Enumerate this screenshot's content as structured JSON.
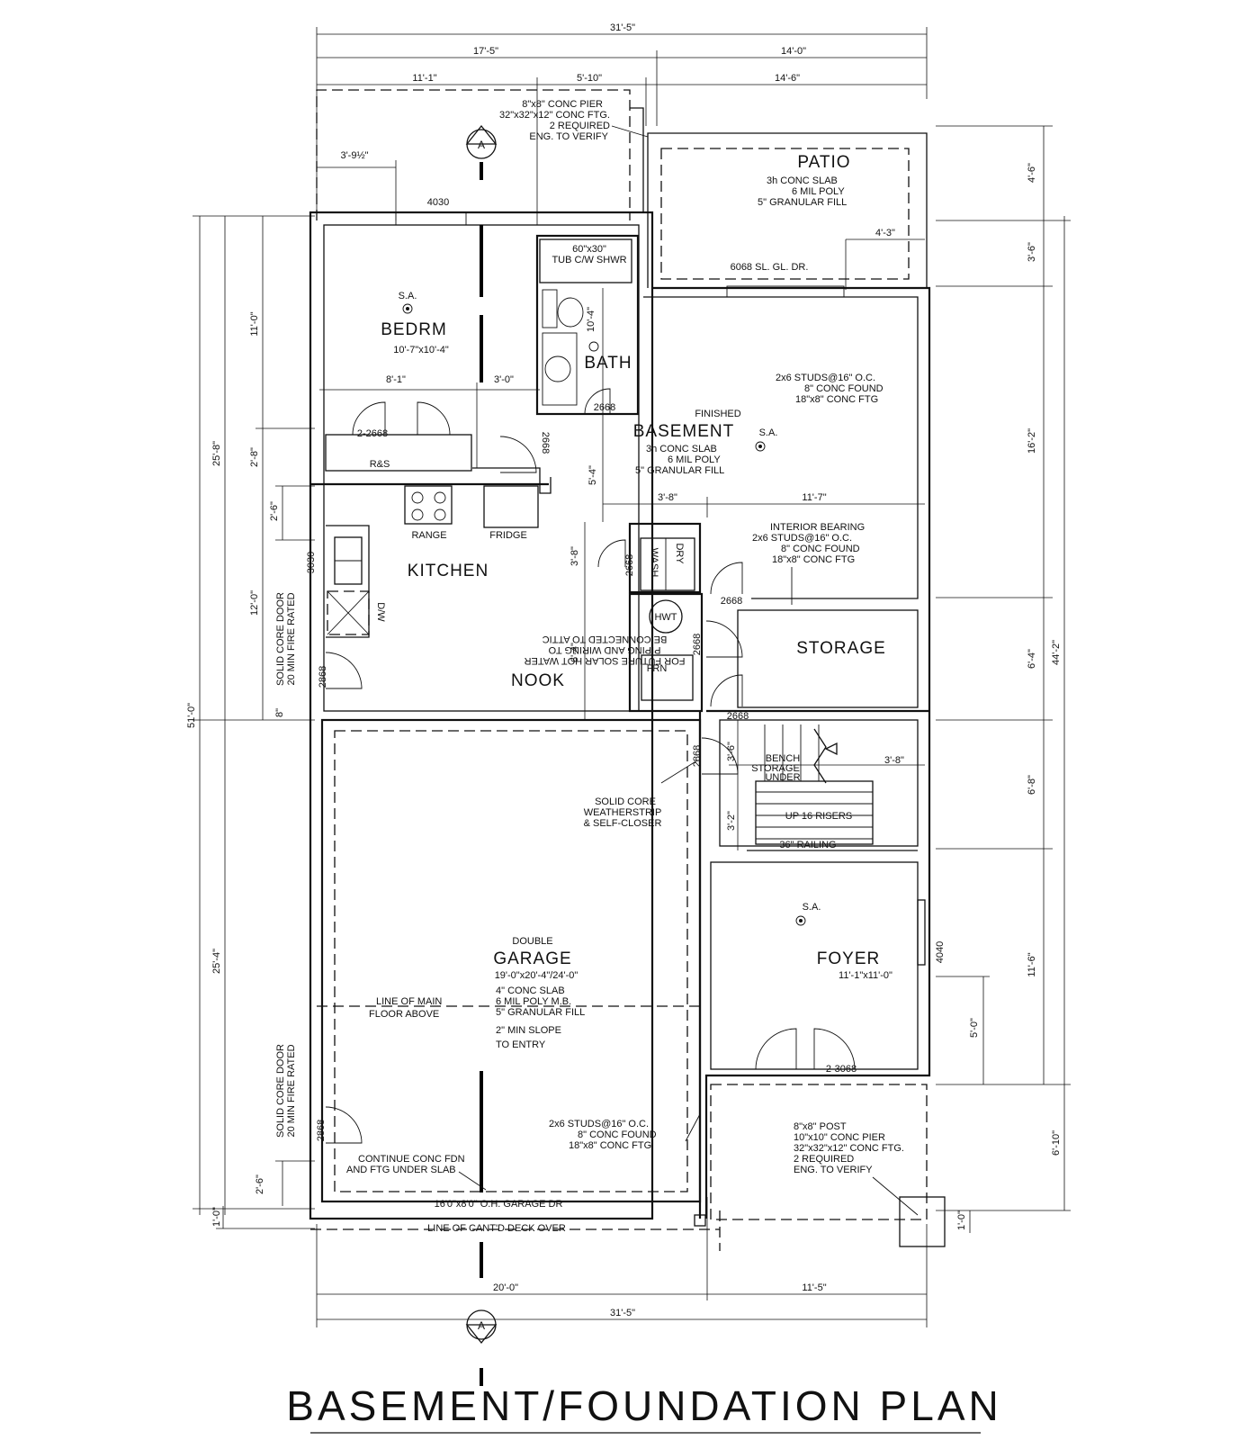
{
  "title": "BASEMENT/FOUNDATION PLAN",
  "section_marker": "A",
  "rooms": {
    "patio": "PATIO",
    "bedrm": "BEDRM",
    "bath": "BATH",
    "basement": "BASEMENT",
    "kitchen": "KITCHEN",
    "nook": "NOOK",
    "storage": "STORAGE",
    "garage": "GARAGE",
    "foyer": "FOYER"
  },
  "room_labels": {
    "finished": "FINISHED",
    "double": "DOUBLE",
    "bedrm_size": "10'-7\"x10'-4\"",
    "garage_size": "19'-0\"x20'-4\"/24'-0\"",
    "foyer_size": "11'-1\"x11'-0\""
  },
  "fixtures": {
    "range": "RANGE",
    "fridge": "FRIDGE",
    "dw": "D/W",
    "hwt": "HWT",
    "frn": "FRN",
    "wash": "WASH",
    "dry": "DRY",
    "rs": "R&S",
    "sa": "S.A.",
    "tub_1": "60\"x30\"",
    "tub_2": "TUB C/W SHWR"
  },
  "notes": {
    "pier_top": [
      "8\"x8\" CONC PIER",
      "32\"x32\"x12\" CONC FTG.",
      "2 REQUIRED",
      "ENG. TO VERIFY"
    ],
    "patio_slab": [
      "3h CONC SLAB",
      "6 MIL POLY",
      "5\" GRANULAR FILL"
    ],
    "basement_slab": [
      "3h CONC SLAB",
      "6 MIL POLY",
      "5\" GRANULAR FILL"
    ],
    "exterior_wall": [
      "2x6 STUDS@16\" O.C.",
      "8\" CONC FOUND",
      "18\"x8\" CONC FTG"
    ],
    "interior_bearing": [
      "INTERIOR BEARING",
      "2x6 STUDS@16\" O.C.",
      "8\" CONC FOUND",
      "18\"x8\" CONC FTG"
    ],
    "solar": [
      "FOR FUTURE SOLAR HOT WATER",
      "PIPING AND WIRING TO",
      "BE CONNECTED TO ATTIC"
    ],
    "solid_core": [
      "SOLID CORE",
      "WEATHERSTRIP",
      "& SELF-CLOSER"
    ],
    "fire_door": [
      "SOLID CORE DOOR",
      "20 MIN FIRE RATED"
    ],
    "bench": [
      "BENCH",
      "STORAGE",
      "UNDER"
    ],
    "stairs": "UP 16 RISERS",
    "railing": "36\" RAILING",
    "garage_slab": [
      "4\" CONC SLAB",
      "6 MIL POLY M.B.",
      "5\" GRANULAR FILL",
      "2\" MIN SLOPE",
      "TO ENTRY"
    ],
    "main_floor": [
      "LINE OF MAIN",
      "FLOOR ABOVE"
    ],
    "garage_wall": [
      "2x6 STUDS@16\" O.C.",
      "8\" CONC FOUND",
      "18\"x8\" CONC FTG"
    ],
    "continue_fdn": [
      "CONTINUE CONC FDN",
      "AND FTG UNDER SLAB"
    ],
    "garage_door": "16'0\"x8'0\" O.H. GARAGE DR",
    "cantd_deck": "LINE OF CANT'D DECK OVER",
    "post_pier": [
      "8\"x8\" POST",
      "10\"x10\" CONC PIER",
      "32\"x32\"x12\" CONC FTG.",
      "2 REQUIRED",
      "ENG. TO VERIFY"
    ],
    "slider": "6068 SL. GL. DR."
  },
  "door_tags": {
    "d4030": "4030",
    "d2_2668": "2-2668",
    "d2668_bath": "2668",
    "d2668_bsmt": "2668",
    "d2668_laundry": "2668",
    "d2668_storage": "2668",
    "d2668_frn": "2668",
    "d2668_stair": "2668",
    "d2868_garage": "2868",
    "d2868_nook": "2868",
    "d2868_garage_front": "2868",
    "d3030": "3030",
    "d4040": "4040",
    "d2_3068": "2-3068"
  },
  "dimensions": {
    "top_overall": "31'-5\"",
    "top_left": "17'-5\"",
    "top_right": "14'-0\"",
    "top_a": "11'-1\"",
    "top_b": "5'-10\"",
    "top_c": "14'-6\"",
    "bay_offset": "3'-9½\"",
    "slider_offset": "4'-3\"",
    "bedrm_w": "8'-1\"",
    "closet_w": "3'-0\"",
    "bath_depth": "10'-4\"",
    "bsmt_a": "3'-8\"",
    "bsmt_b": "11'-7\"",
    "bsmt_c": "5'-4\"",
    "laundry": "3'-8\"",
    "nook_h": "6'-4\"",
    "stair_w": "3'-8\"",
    "stair_a": "3'-6\"",
    "stair_b": "3'-2\"",
    "foyer_off": "5'-0\"",
    "bottom_left": "20'-0\"",
    "bottom_right": "11'-5\"",
    "bottom_overall": "31'-5\"",
    "left_51": "51'-0\"",
    "left_25_8": "25'-8\"",
    "left_25_4": "25'-4\"",
    "left_1_0": "1'-0\"",
    "left_11_0": "11'-0\"",
    "left_2_8": "2'-8\"",
    "left_2_6_top": "2'-6\"",
    "left_12_0": "12'-0\"",
    "left_8": "8\"",
    "left_2_6_bot": "2'-6\"",
    "right_4_6": "4'-6\"",
    "right_3_6": "3'-6\"",
    "right_16_2": "16'-2\"",
    "right_6_4": "6'-4\"",
    "right_6_8": "6'-8\"",
    "right_11_6": "11'-6\"",
    "right_6_10": "6'-10\"",
    "right_44_2": "44'-2\"",
    "right_1_0": "1'-0\""
  }
}
